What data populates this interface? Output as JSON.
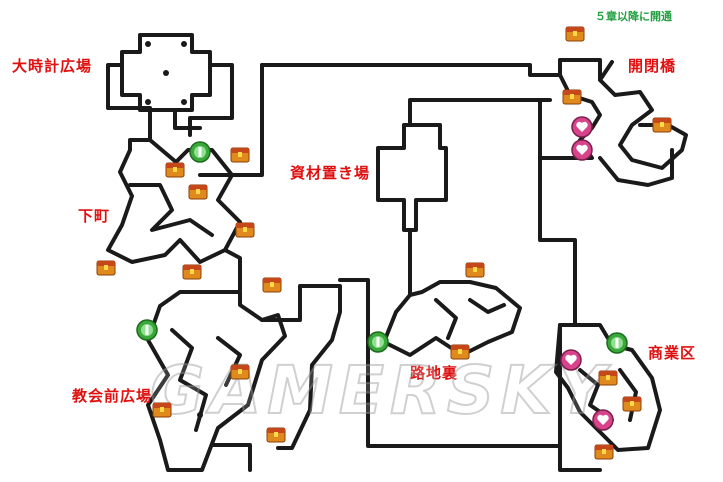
{
  "map": {
    "areas": [
      {
        "id": "clock-plaza",
        "label": "大時計広場"
      },
      {
        "id": "shitamachi",
        "label": "下町"
      },
      {
        "id": "church-plaza",
        "label": "教会前広場"
      },
      {
        "id": "materials-yard",
        "label": "資材置き場"
      },
      {
        "id": "back-alley",
        "label": "路地裏"
      },
      {
        "id": "bascule-bridge",
        "label": "開閉橋"
      },
      {
        "id": "commercial-district",
        "label": "商業区"
      }
    ],
    "note": "５章以降に開通",
    "watermark": "GAMERSKY",
    "legend_icons": {
      "treasure": "treasure-chest-icon",
      "save": "green-save-point-icon",
      "heart": "pink-heart-point-icon"
    },
    "colors": {
      "walls": "#1a1a1a",
      "labels": "#e01010",
      "note": "#22a040",
      "chest": "#e08a1e",
      "save": "#3aa83a",
      "heart": "#d8448c"
    }
  }
}
